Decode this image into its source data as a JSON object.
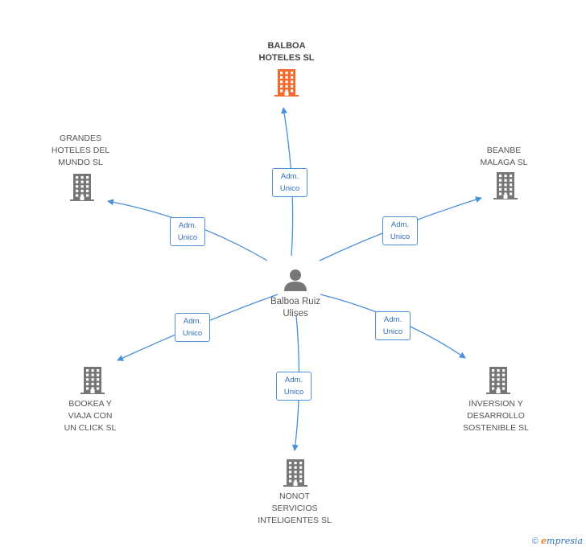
{
  "center": {
    "name": "Balboa Ruiz\nUlises"
  },
  "companies": [
    {
      "id": "balboa",
      "name": "BALBOA\nHOTELES SL",
      "highlight": true,
      "color": "#f26a2e"
    },
    {
      "id": "grandes",
      "name": "GRANDES\nHOTELES DEL\nMUNDO SL",
      "highlight": false,
      "color": "#777777"
    },
    {
      "id": "beanbe",
      "name": "BEANBE\nMALAGA SL",
      "highlight": false,
      "color": "#777777"
    },
    {
      "id": "bookea",
      "name": "BOOKEA Y\nVIAJA CON\nUN CLICK  SL",
      "highlight": false,
      "color": "#777777"
    },
    {
      "id": "inversion",
      "name": "INVERSION Y\nDESARROLLO\nSOSTENIBLE SL",
      "highlight": false,
      "color": "#777777"
    },
    {
      "id": "nonot",
      "name": "NONOT\nSERVICIOS\nINTELIGENTES SL",
      "highlight": false,
      "color": "#777777"
    }
  ],
  "relations": [
    {
      "to": "balboa",
      "label": "Adm.\nUnico"
    },
    {
      "to": "grandes",
      "label": "Adm.\nUnico"
    },
    {
      "to": "beanbe",
      "label": "Adm.\nUnico"
    },
    {
      "to": "bookea",
      "label": "Adm.\nUnico"
    },
    {
      "to": "inversion",
      "label": "Adm.\nUnico"
    },
    {
      "to": "nonot",
      "label": "Adm.\nUnico"
    }
  ],
  "edge_color": "#4a8fdc",
  "footer": {
    "copyright": "©",
    "brand_initial": "e",
    "brand_rest": "mpresia"
  }
}
